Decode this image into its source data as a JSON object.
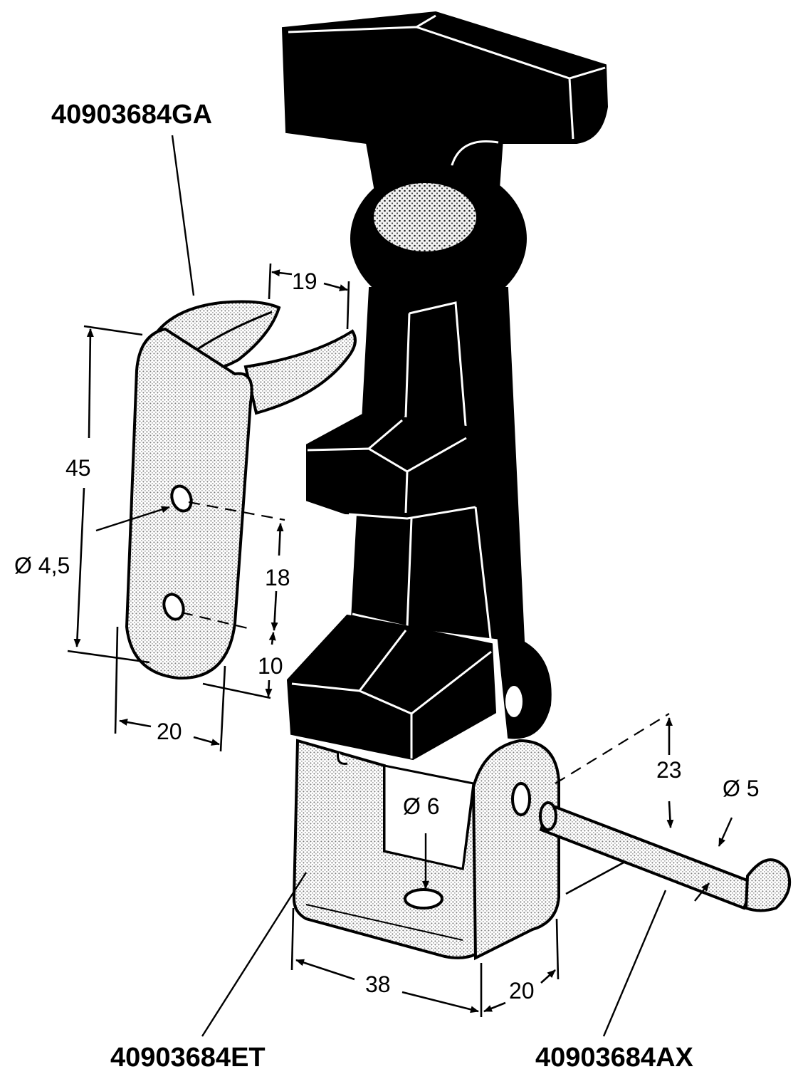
{
  "parts": {
    "hook": "40903684GA",
    "bracket": "40903684ET",
    "pin": "40903684AX"
  },
  "dimensions": {
    "hook_height": "45",
    "hook_hole_dia": "Ø 4,5",
    "hook_hole_spacing": "18",
    "hook_hole_bottom": "10",
    "hook_width": "20",
    "hook_gap": "19",
    "bracket_width": "38",
    "bracket_depth": "20",
    "bracket_hole_dia": "Ø 6",
    "pin_height": "23",
    "pin_dia": "Ø 5"
  },
  "colors": {
    "ink": "#000000",
    "paper": "#ffffff",
    "screen": "#c9c9c9"
  }
}
